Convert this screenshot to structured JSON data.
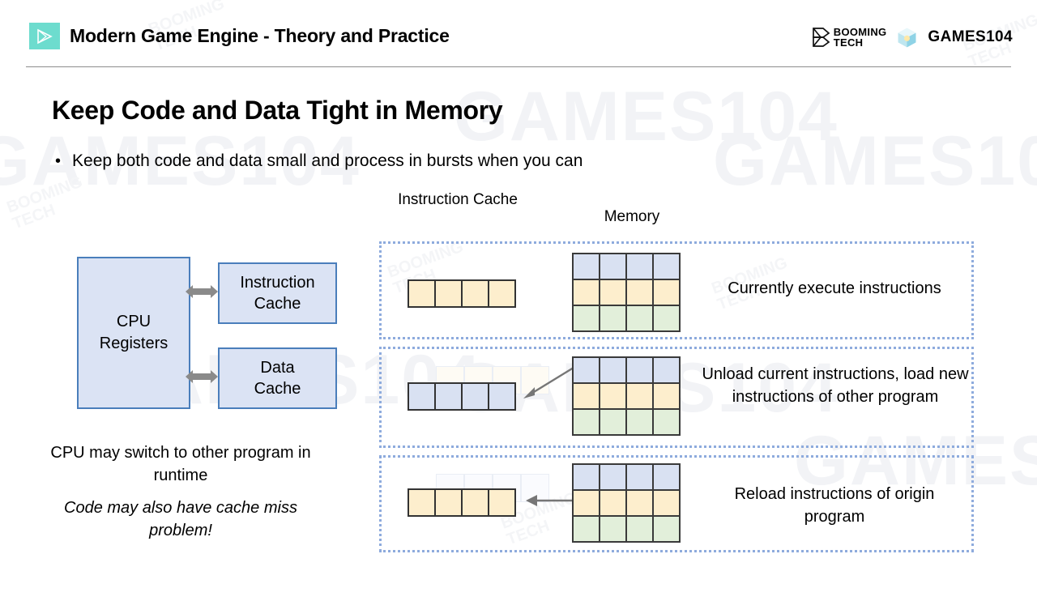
{
  "header": {
    "logo_icon": "play-triangle-icon",
    "title": "Modern Game Engine - Theory and Practice",
    "brand_booming_line1": "BOOMING",
    "brand_booming_line2": "TECH",
    "brand_booming_icon": "booming-b-logo-icon",
    "brand_cube_icon": "games104-cube-icon",
    "brand_games104": "GAMES104"
  },
  "slide": {
    "title": "Keep Code and Data Tight in Memory",
    "bullet_marker": "•",
    "bullet_text": "Keep both code and data small and process in bursts when you can"
  },
  "cpu_diagram": {
    "cpu_line1": "CPU",
    "cpu_line2": "Registers",
    "instruction_cache_line1": "Instruction",
    "instruction_cache_line2": "Cache",
    "data_cache_line1": "Data",
    "data_cache_line2": "Cache",
    "arrow_top_icon": "double-arrow-icon",
    "arrow_bottom_icon": "double-arrow-icon",
    "note_plain": "CPU may switch to other program in runtime",
    "note_italic": "Code may also have cache miss problem!"
  },
  "memory_diagram": {
    "label_instruction_cache": "Instruction Cache",
    "label_memory": "Memory",
    "panels": [
      {
        "description": "Currently execute instructions",
        "cache_row_color": "yellow",
        "ghost_row_color": null,
        "arrow_icon": null
      },
      {
        "description": "Unload current instructions, load new instructions of other program",
        "cache_row_color": "blue",
        "ghost_row_color": "yellow",
        "arrow_icon": "diagonal-arrow-left-icon"
      },
      {
        "description": "Reload instructions of origin program",
        "cache_row_color": "yellow",
        "ghost_row_color": "blue",
        "arrow_icon": "straight-arrow-left-icon"
      }
    ],
    "memory_grid_rows": [
      "blue",
      "yellow",
      "green"
    ],
    "memory_grid_cols": 4,
    "cache_cells": 4
  },
  "colors": {
    "accent_teal": "#6ddcce",
    "box_fill": "#dbe3f4",
    "box_border": "#4a7ebb",
    "cell_blue": "#d9e1f2",
    "cell_yellow": "#fdeecd",
    "cell_green": "#e2efda",
    "panel_border": "#8eabdd",
    "arrow_gray": "#808080"
  },
  "watermarks": {
    "games": "GAMES104",
    "booming_line1": "BOOMING",
    "booming_line2": "TECH"
  }
}
